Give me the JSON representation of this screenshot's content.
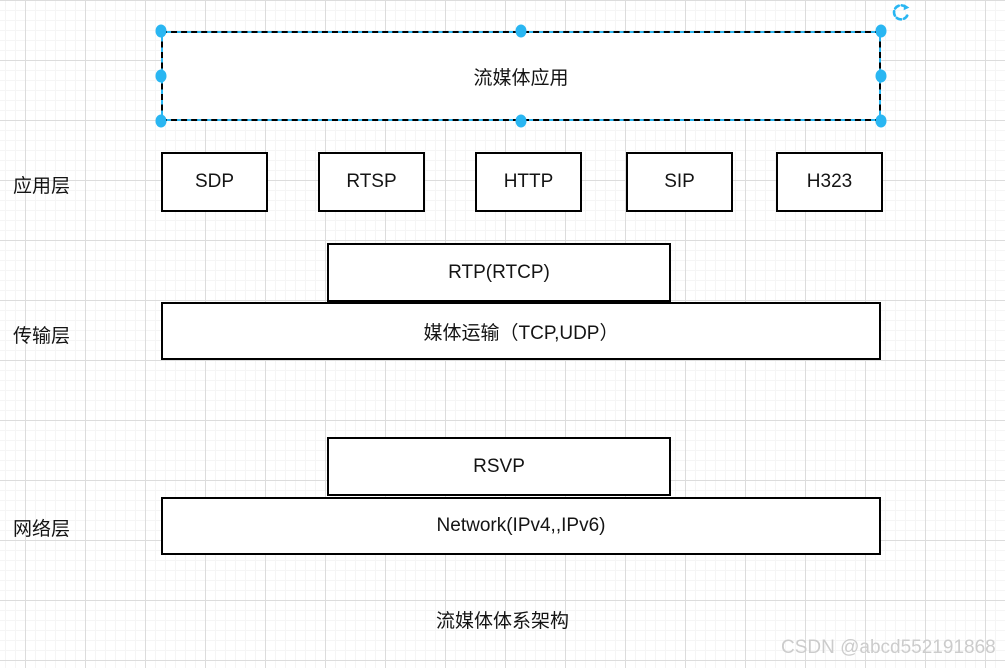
{
  "diagram": {
    "title": "流媒体体系架构",
    "selected_shape": {
      "label": "流媒体应用"
    },
    "rows": {
      "application": {
        "label": "应用层",
        "boxes": [
          "SDP",
          "RTSP",
          "HTTP",
          "SIP",
          "H323"
        ]
      },
      "transport": {
        "label": "传输层",
        "top_box": "RTP(RTCP)",
        "bottom_box": "媒体运输（TCP,UDP）"
      },
      "network": {
        "label": "网络层",
        "top_box": "RSVP",
        "bottom_box": "Network(IPv4,,IPv6)"
      }
    }
  },
  "selection": {
    "handle_color": "#29b6f2",
    "dash_color": "#000000",
    "handles": [
      "nw",
      "n",
      "ne",
      "w",
      "e",
      "sw",
      "s",
      "se"
    ],
    "rotate_icon": "↻"
  },
  "colors": {
    "shape_border": "#000000",
    "shape_fill": "#ffffff",
    "text": "#141414",
    "grid_minor": "#f5f5f5",
    "grid_major": "#dcdcdc",
    "watermark": "#cccccc"
  },
  "watermark": {
    "text": "CSDN @abcd552191868"
  }
}
